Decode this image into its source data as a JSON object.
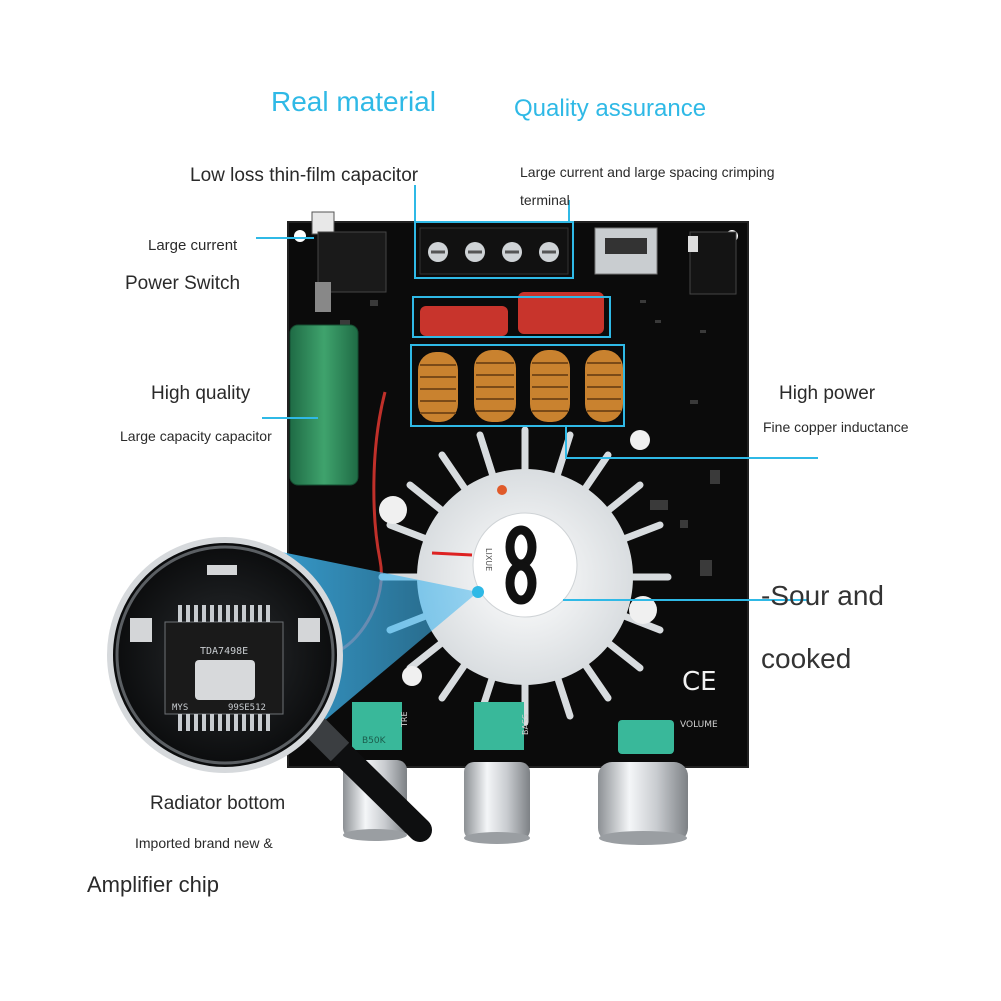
{
  "headings": {
    "real_material": "Real material",
    "quality_assurance": "Quality assurance"
  },
  "labels": {
    "capacitor_film": "Low loss thin-film capacitor",
    "terminal_line1": "Large current and large spacing crimping",
    "terminal_line2": "terminal",
    "switch_line1": "Large current",
    "switch_line2": "Power Switch",
    "cap_line1": "High quality",
    "cap_line2": "Large capacity capacitor",
    "inductor_line1": "High power",
    "inductor_line2": "Fine copper inductance",
    "sour_line1": "-Sour and",
    "sour_line2": "cooked",
    "radiator_line1": "Radiator bottom",
    "radiator_line2": "Imported brand new &",
    "radiator_line3": "Amplifier chip"
  },
  "board_marks": {
    "chip_text": "TDA7498E",
    "chip_text2": "MYS",
    "chip_text3": "99SE512",
    "ce": "CE",
    "tre": "TRE",
    "bass": "BASS",
    "volume": "VOLUME",
    "fan_logo": "LIXUE",
    "knob_code": "B50K"
  },
  "colors": {
    "accent": "#2fb9e6",
    "pcb": "#0b0b0b",
    "capacitor_green": "#2f8a5a",
    "film_cap_red": "#c8342c",
    "coil_copper": "#c9822f",
    "pot_teal": "#39b89a"
  }
}
